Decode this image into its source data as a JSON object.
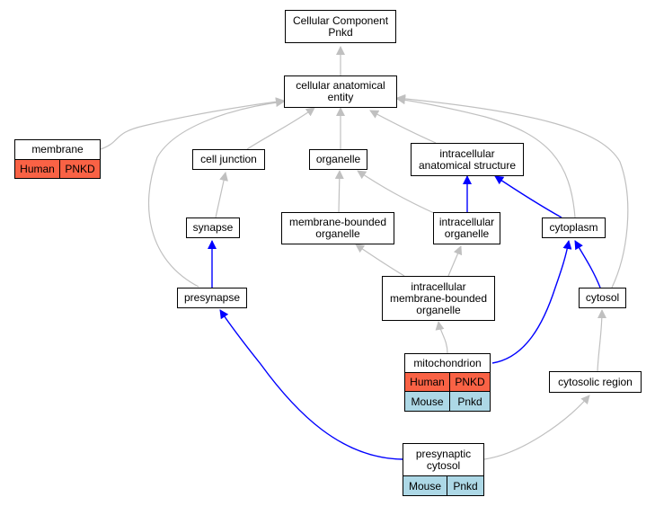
{
  "graph": {
    "nodes": {
      "root": "Cellular Component\nPnkd",
      "cae": "cellular anatomical\nentity",
      "membrane": "membrane",
      "cell_junction": "cell junction",
      "organelle": "organelle",
      "ias": "intracellular\nanatomical structure",
      "synapse": "synapse",
      "mbo": "membrane-bounded\norganelle",
      "io": "intracellular\norganelle",
      "cytoplasm": "cytoplasm",
      "presynapse": "presynapse",
      "imbo": "intracellular\nmembrane-bounded\norganelle",
      "cytosol": "cytosol",
      "mitochondrion": "mitochondrion",
      "cytosolic_region": "cytosolic region",
      "presynaptic_cytosol": "presynaptic\ncytosol"
    },
    "annotations": {
      "membrane_human_species": "Human",
      "membrane_human_gene": "PNKD",
      "mito_human_species": "Human",
      "mito_human_gene": "PNKD",
      "mito_mouse_species": "Mouse",
      "mito_mouse_gene": "Pnkd",
      "psc_mouse_species": "Mouse",
      "psc_mouse_gene": "Pnkd"
    },
    "colors": {
      "is_a_edge": "#c0c0c0",
      "part_of_edge": "#0000ff",
      "human": "#f96245",
      "mouse": "#add8e6"
    }
  }
}
